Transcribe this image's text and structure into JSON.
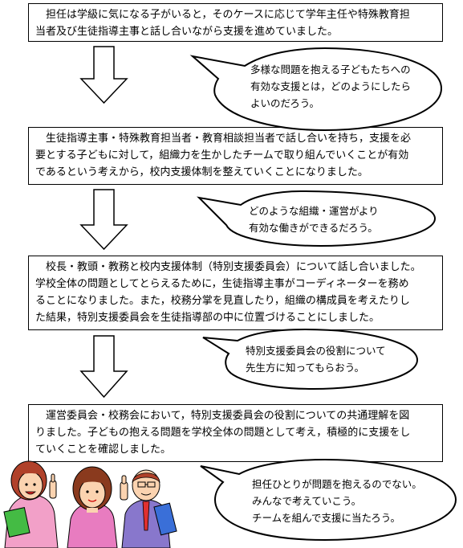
{
  "steps": [
    {
      "text": "　担任は学級に気になる子がいると，そのケースに応じて学年主任や特殊教育担\n当者及び生徒指導主事と話し合いながら支援を進めていました。"
    },
    {
      "text": "　生徒指導主事・特殊教育担当者・教育相談担当者で話し合いを持ち，支援を必\n要とする子どもに対して，組織力を生かしたチームで取り組んでいくことが有効\nであるという考えから，校内支援体制を整えていくことになりました。"
    },
    {
      "text": "　校長・教頭・教務と校内支援体制（特別支援委員会）について話し合いました。\n学校全体の問題としてとらえるために，生徒指導主事がコーディネーターを務め\nることになりました。また，校務分掌を見直したり，組織の構成員を考えたりし\nた結果，特別支援委員会を生徒指導部の中に位置づけることにしました。"
    },
    {
      "text": "　運営委員会・校務会において，特別支援委員会の役割についての共通理解を図\nりました。子どもの抱える問題を学校全体の問題として考え，積極的に支援をし\nていくことを確認しました。"
    }
  ],
  "bubbles": [
    {
      "text": "多様な問題を抱える子どもたちへの\n有効な支援とは，どのようにしたら\nよいのだろう。"
    },
    {
      "text": "どのような組織・運営がより\n有効な働きができるだろう。"
    },
    {
      "text": "特別支援委員会の役割について\n先生方に知ってもらおう。"
    },
    {
      "text": "担任ひとりが問題を抱えるのでない。\nみんなで考えていこう。\nチームを組んで支援に当たろう。"
    }
  ],
  "colors": {
    "teacher1_hair": "#b0412a",
    "teacher1_shirt": "#f2a0c8",
    "teacher2_hair": "#8a3a1e",
    "teacher2_shirt": "#e87cc0",
    "teacher3_suit": "#8877cc",
    "teacher3_tie": "#e03030",
    "folder_green": "#44bb44",
    "folder_blue": "#3a6fd8",
    "skin": "#fbd3b0"
  }
}
